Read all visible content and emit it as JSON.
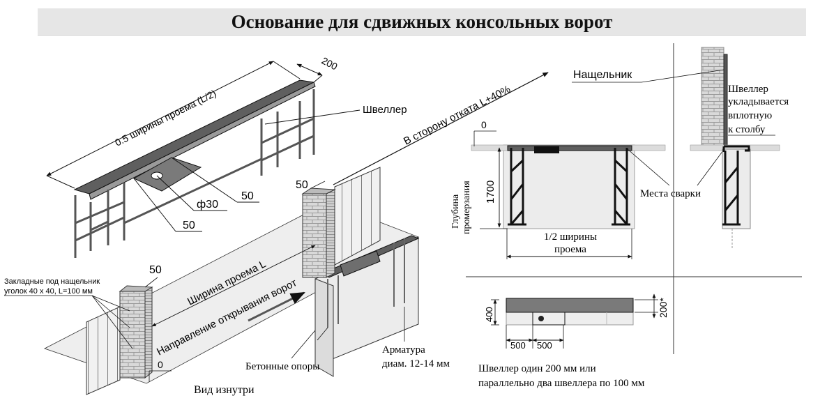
{
  "title": "Основание для сдвижных консольных ворот",
  "iso_frame": {
    "length_label": "0.5 ширины проема (L/2)",
    "width_label": "200",
    "hole_label": "ф30",
    "dim_50_right": "50",
    "dim_50_left": "50",
    "channel_label": "Швеллер",
    "rollback_label": "В сторону отката L+40%"
  },
  "iso_gate": {
    "embed_label_line1": "Закладные под нащельник",
    "embed_label_line2": "уголок 40 х 40, L=100 мм",
    "pillar_left_dim": "50",
    "pillar_right_dim": "50",
    "opening_width_label": "Ширина проема L",
    "open_direction_label": "Направление открывания ворот",
    "zero_label": "0",
    "concrete_label": "Бетонные опоры",
    "rebar_label_line1": "Арматура",
    "rebar_label_line2": "диам. 12-14 мм",
    "inside_view_label": "Вид изнутри"
  },
  "section_view": {
    "zero_label": "0",
    "depth_label_line1": "Глубина",
    "depth_label_line2": "промерзания",
    "depth_value": "1700",
    "welds_label": "Места сварки",
    "half_width_line1": "1/2 ширины",
    "half_width_line2": "проема"
  },
  "side_view": {
    "cover_strip_label": "Нащельник",
    "channel_note_line1": "Швеллер",
    "channel_note_line2": "укладывается",
    "channel_note_line3": "вплотную",
    "channel_note_line4": "к столбу"
  },
  "plan_view": {
    "dim_400": "400",
    "dim_200": "200*",
    "dim_500_a": "500",
    "dim_500_b": "500",
    "note_line1": "Швеллер один 200 мм или",
    "note_line2": "параллельно два швеллера по 100 мм"
  },
  "colors": {
    "steel": "#666666",
    "concrete": "#e8e8e8",
    "brick": "#d6d6d6",
    "line": "#111111"
  }
}
